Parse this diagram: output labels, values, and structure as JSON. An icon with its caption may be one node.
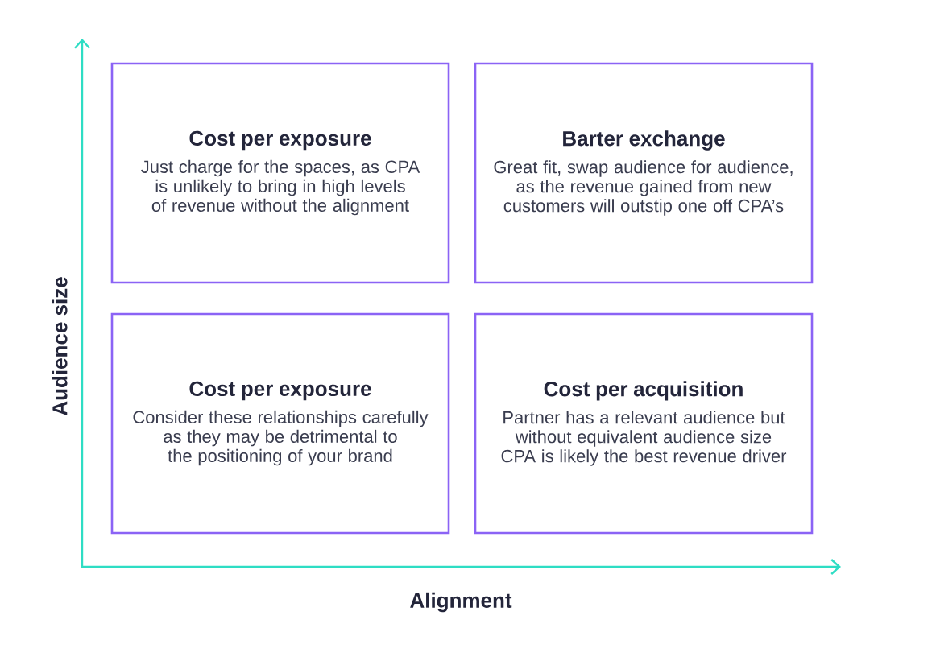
{
  "diagram": {
    "nodes": [
      {
        "text": [
          "Cost per exposure",
          "Just charge for the spaces, as CPA is unlikely to bring in high levels of revenue without the alignment"
        ]
      },
      {
        "text": [
          "Barter exchange",
          "Great fit, swap audience for audience, as the revenue gained from new customers will outstip one off CPA’s"
        ]
      },
      {
        "text": [
          "Cost per exposure",
          "Consider these relationships carefully as they may be detrimental to the positioning of your brand"
        ]
      },
      {
        "text": [
          "Cost per acquisition",
          "Partner has a relevant audience but without equivalent audience size CPA is likely the best revenue driver"
        ]
      }
    ],
    "labels": [
      "Audience size",
      "Alignment"
    ]
  }
}
